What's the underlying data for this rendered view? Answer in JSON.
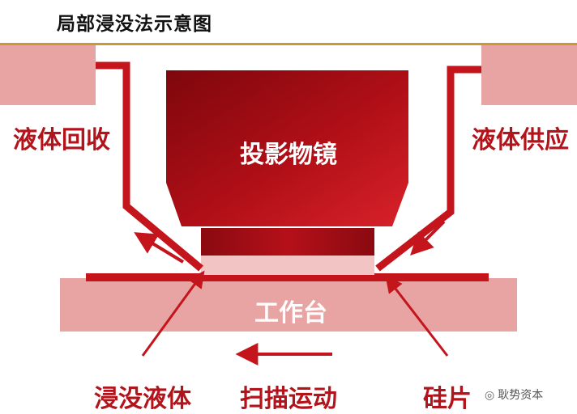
{
  "header": {
    "title": "局部浸没法示意图"
  },
  "labels": {
    "liquid_recovery": "液体回收",
    "liquid_supply": "液体供应",
    "projection_lens": "投影物镜",
    "stage": "工作台",
    "immersion_liquid": "浸没液体",
    "scan_motion": "扫描运动",
    "wafer": "硅片"
  },
  "watermark": {
    "text": "耿势资本",
    "icon": "wechat-icon"
  },
  "colors": {
    "accent_red": "#c4141c",
    "dark_red": "#8a0a10",
    "pink": "#e8a3a3",
    "rule_gold": "#c79a36"
  }
}
